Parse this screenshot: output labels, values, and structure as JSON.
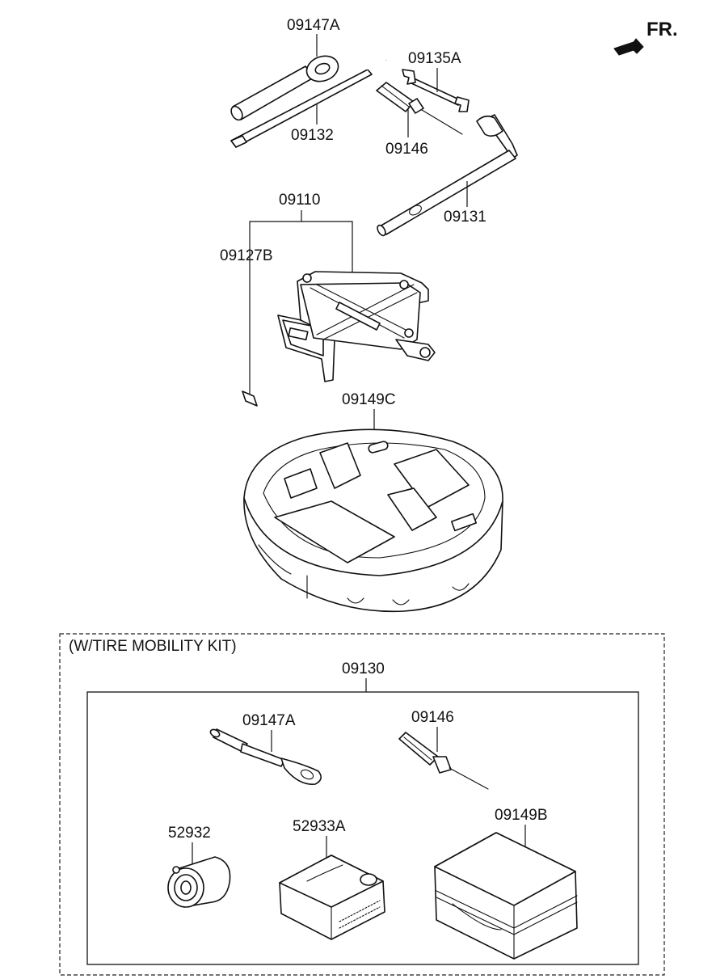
{
  "direction_indicator": {
    "label": "FR."
  },
  "upper_parts": {
    "p1": "09147A",
    "p2": "09135A",
    "p3": "09132",
    "p4": "09146",
    "p5": "09131",
    "p6": "09110",
    "p7": "09127B",
    "p8": "09149C"
  },
  "kit_section": {
    "title": "(W/TIRE MOBILITY KIT)",
    "group_label": "09130",
    "parts": {
      "k1": "09147A",
      "k2": "09146",
      "k3": "52932",
      "k4": "52933A",
      "k5": "09149B"
    }
  }
}
